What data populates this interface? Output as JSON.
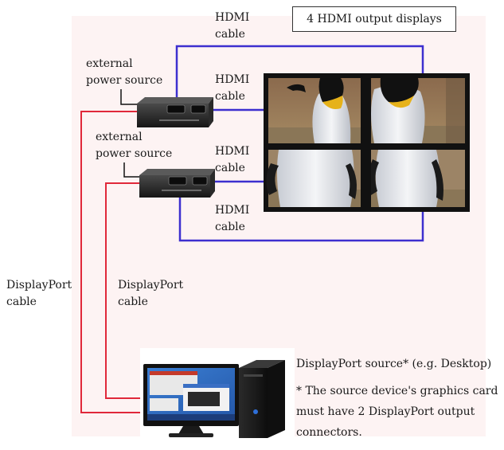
{
  "title": "4 HDMI output displays",
  "labels": {
    "hdmi_top_1": "HDMI",
    "hdmi_top_2": "cable",
    "hdmi_mid_1": "HDMI",
    "hdmi_mid_2": "cable",
    "hdmi_mid2_1": "HDMI",
    "hdmi_mid2_2": "cable",
    "hdmi_bot_1": "HDMI",
    "hdmi_bot_2": "cable",
    "power1_1": "external",
    "power1_2": "power source",
    "power2_1": "external",
    "power2_2": "power source",
    "dp_left_1": "DisplayPort",
    "dp_left_2": "cable",
    "dp_mid_1": "DisplayPort",
    "dp_mid_2": "cable",
    "source": "DisplayPort source* (e.g. Desktop)",
    "note_1": "* The source device's graphics card",
    "note_2": "must have 2 DisplayPort output",
    "note_3": "connectors."
  },
  "colors": {
    "hdmi_cable": "#3d2fcf",
    "dp_cable": "#e0283a",
    "bezel": "#111111"
  }
}
